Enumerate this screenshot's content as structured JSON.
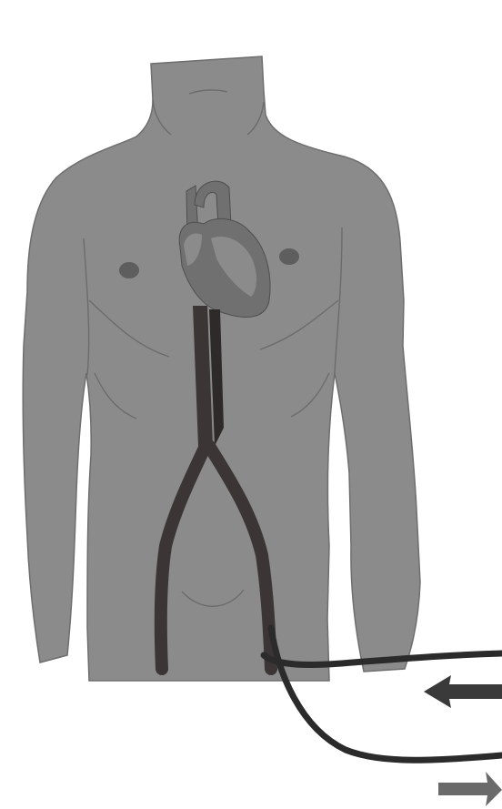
{
  "figure": {
    "colors": {
      "background": "#ffffff",
      "body_fill": "#8b8b8b",
      "body_outline": "#6e6e6e",
      "skin_line": "#5f5f5f",
      "nipple": "#5e5e5e",
      "heart_fill": "#707070",
      "heart_highlight": "#a3a3a3",
      "vessel": "#3b3535",
      "tube": "#2b2b2b",
      "arrow_dark": "#3a3a3a",
      "arrow_light": "#6a6a6a"
    },
    "icons": {
      "heart": "heart-icon",
      "return_arrow": "arrow-left-icon",
      "outflow_arrow": "arrow-right-icon"
    },
    "arrows": [
      {
        "direction": "left",
        "meaning": "inflow"
      },
      {
        "direction": "right",
        "meaning": "outflow"
      }
    ]
  }
}
